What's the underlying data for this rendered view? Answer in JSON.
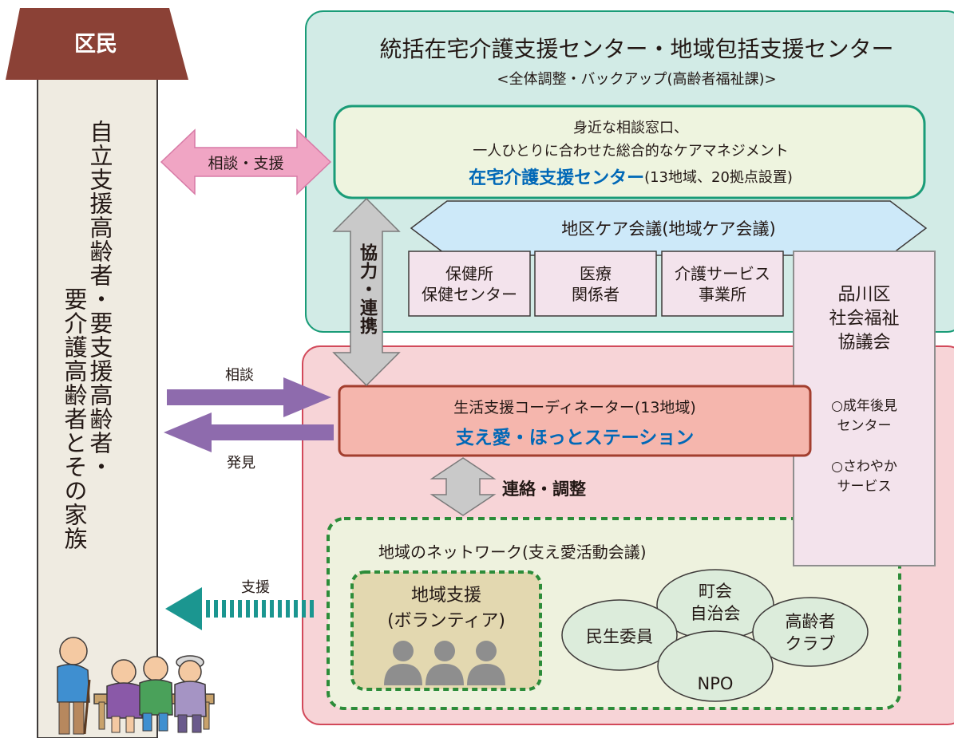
{
  "residents": {
    "roof_label": "区民",
    "column_line1": "自立支援高齢者・要支援高齢者・",
    "column_line2": "要介護高齢者とその家族"
  },
  "top_box": {
    "title": "統括在宅介護支援センター・地域包括支援センター",
    "subtitle": "<全体調整・バックアップ(高齢者福祉課)>"
  },
  "home_care_center": {
    "line1": "身近な相談窓口、",
    "line2": "一人ひとりに合わせた総合的なケアマネジメント",
    "name": "在宅介護支援センター",
    "note": "(13地域、20拠点設置)"
  },
  "care_meeting": "地区ケア会議(地域ケア会議)",
  "members": [
    {
      "line1": "保健所",
      "line2": "保健センター"
    },
    {
      "line1": "医療",
      "line2": "関係者"
    },
    {
      "line1": "介護サービス",
      "line2": "事業所"
    }
  ],
  "welfare_council": {
    "name_line1": "品川区",
    "name_line2": "社会福祉",
    "name_line3": "協議会",
    "item1_line1": "○成年後見",
    "item1_line2": "センター",
    "item2_line1": "○さわやか",
    "item2_line2": "サービス"
  },
  "arrows": {
    "consult_support": "相談・支援",
    "cooperation": "協力・連携",
    "consult": "相談",
    "discover": "発見",
    "coordination": "連絡・調整",
    "support": "支援"
  },
  "coordinator": {
    "line1": "生活支援コーディネーター(13地域)",
    "name": "支え愛・ほっとステーション"
  },
  "network": {
    "title": "地域のネットワーク(支え愛活動会議)",
    "volunteer_line1": "地域支援",
    "volunteer_line2": "(ボランティア)",
    "orgs": {
      "minsei": "民生委員",
      "chokai_line1": "町会",
      "chokai_line2": "自治会",
      "elderly_club_line1": "高齢者",
      "elderly_club_line2": "クラブ",
      "npo": "NPO"
    }
  },
  "colors": {
    "roof": "#8b4136",
    "column": "#efebe1",
    "top_box": "#d2ebe6",
    "top_border": "#1a9c78",
    "bottom_box": "#f7d4d7",
    "bottom_border": "#d2495a",
    "care_band": "#cde9f9",
    "member_box": "#f3e3ec",
    "council_box": "#f3e3ec",
    "council_border": "#8e8e8e",
    "coordinator_box": "#f5b6ad",
    "coordinator_border": "#a33e2e",
    "network_box": "#eef2de",
    "network_border": "#2c8c39",
    "volunteer_box": "#e3d8b0",
    "org_ellipse": "#dcecdb",
    "pink_arrow": "#f0a5c4",
    "purple_arrow": "#8e6bad",
    "grey_arrow": "#c9c9c9",
    "teal_arrow": "#1b9690",
    "accent_blue": "#0068b7"
  }
}
